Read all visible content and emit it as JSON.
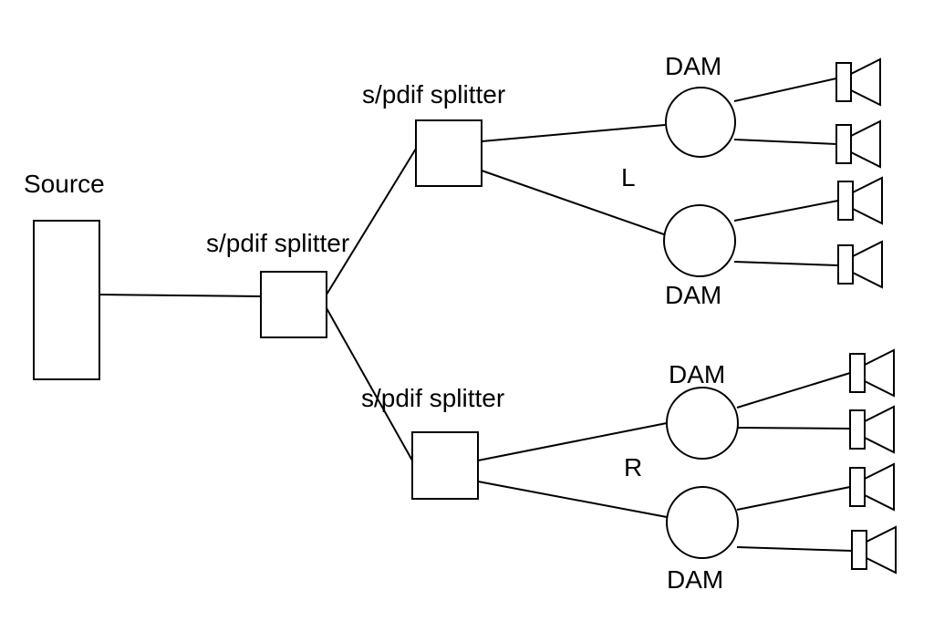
{
  "labels": {
    "source": "Source",
    "splitter_main": "s/pdif splitter",
    "splitter_top": "s/pdif splitter",
    "splitter_bottom": "s/pdif splitter",
    "dam_1": "DAM",
    "dam_2": "DAM",
    "dam_3": "DAM",
    "dam_4": "DAM",
    "channel_left": "L",
    "channel_right": "R"
  },
  "colors": {
    "stroke": "#000000",
    "background": "#ffffff"
  },
  "icons": {
    "speaker": "speaker-icon"
  }
}
